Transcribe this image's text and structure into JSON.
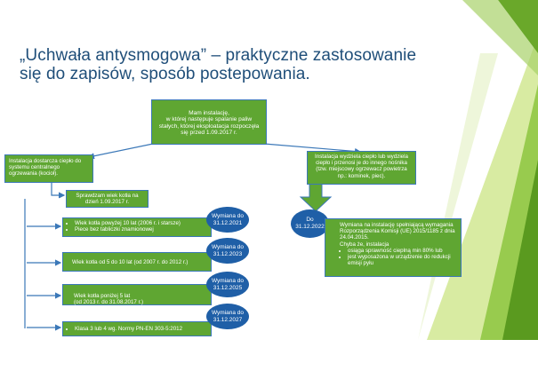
{
  "slide": {
    "title": "„Uchwała antysmogowa” – praktyczne zastosowanie się do zapisów, sposób postepowania.",
    "colors": {
      "box": "#5fa632",
      "box_border": "#3b78b8",
      "oval": "#1f5fa7",
      "title": "#1f4e79",
      "connector": "#3b78b8",
      "deco_green_dark": "#5a9a1f",
      "deco_green_light": "#c8e27a"
    }
  },
  "diagram": {
    "root": "Mam instalację,\nw której następuje spalanie paliw stałych, której eksploatacja rozpoczęła się przed 1.09.2017 r.",
    "left_branch": "Instalacja dostarcza ciepło do systemu centralnego ogrzewania (kocioł).",
    "check_age": "Sprawdzam wiek kotła na dzień 1.09.2017 r.",
    "right_branch": "Instalacja wydziela ciepło lub wydziela ciepło i przenosi je do innego nośnika (tzw. miejscowy ogrzewacz powietrza np.: kominek, piec).",
    "right_deadline": "Do\n31.12.2022",
    "right_requirements": {
      "line1": "Wymiana na instalację spełniającą wymagania Rozporządzenia Komisji (UE) 2015/1185 z dnia 24.04.2015.",
      "line2": "Chyba że, instalacja",
      "bullets": [
        "osiąga sprawność cieplną min 80% lub",
        "jest wyposażona w urządzenie do redukcji emisji pyłu"
      ]
    },
    "age_rows": [
      {
        "bullets": [
          "Wiek kotła powyżej 10 lat (2006 r. i starsze)",
          "Piece bez tabliczki znamionowej"
        ],
        "deadline": "Wymiana do\n31.12.2021"
      },
      {
        "text": "Wiek kotła od 5 do 10 lat (od 2007 r. do 2012 r.)",
        "deadline": "Wymiana do\n31.12.2023"
      },
      {
        "text": "Wiek kotła poniżej 5 lat\n(od 2013 r. do 31.08.2017 r.)",
        "deadline": "Wymiana do\n31.12.2025"
      },
      {
        "bullets": [
          "Klasa 3 lub 4 wg. Normy PN-EN 303-5:2012"
        ],
        "deadline": "Wymiana do\n31.12.2027"
      }
    ]
  }
}
